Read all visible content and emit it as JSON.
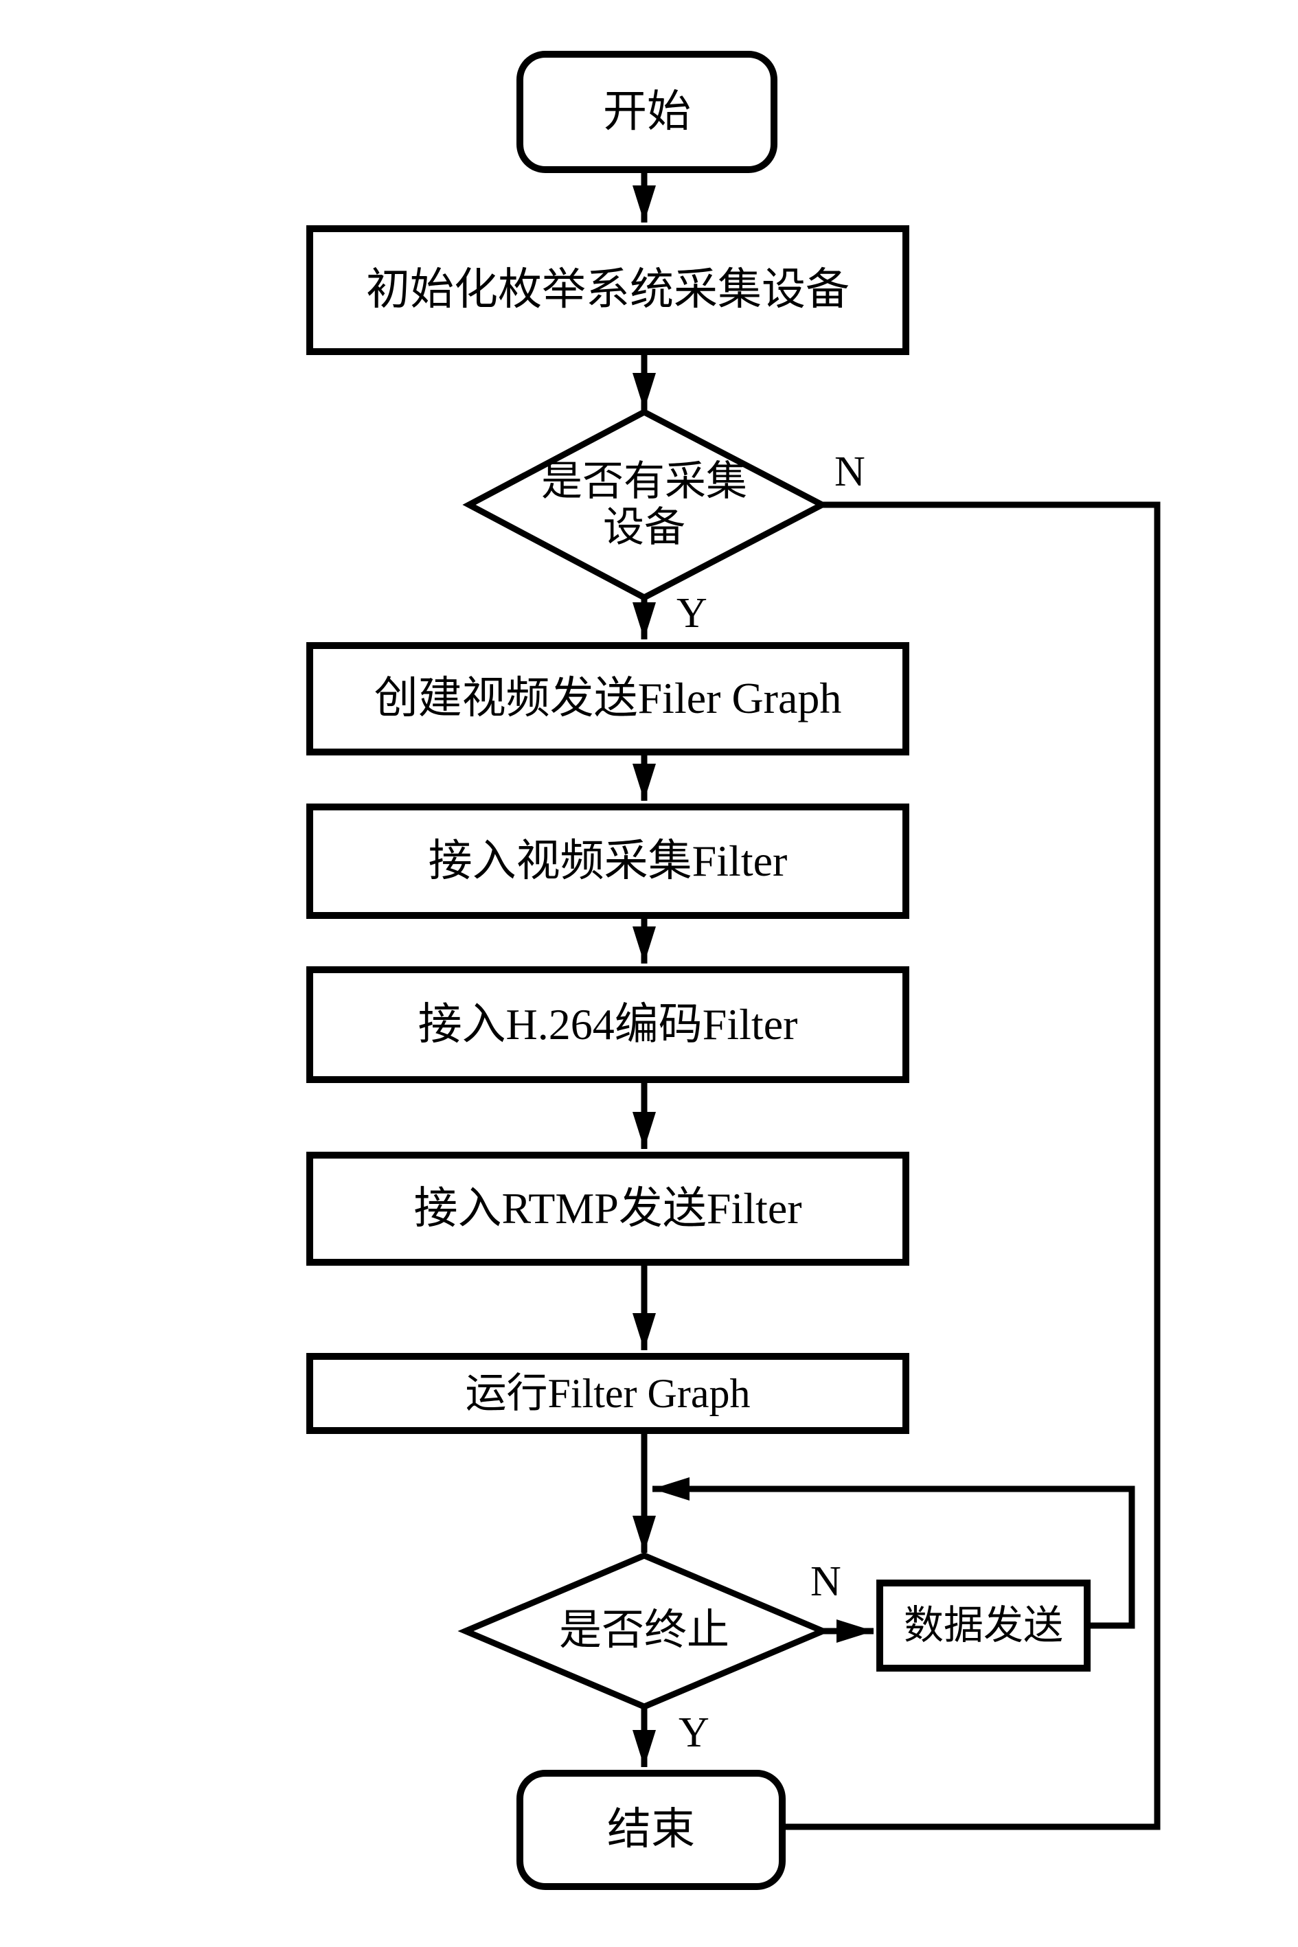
{
  "diagram": {
    "colors": {
      "line": "#000000",
      "text": "#000000",
      "background": "#ffffff"
    },
    "nodes": {
      "start": {
        "label": "开始"
      },
      "init": {
        "label": "初始化枚举系统采集设备"
      },
      "has_device": {
        "lines": [
          "是否有采集",
          "设备"
        ]
      },
      "create_graph": {
        "label": "创建视频发送Filer Graph"
      },
      "capture": {
        "label": "接入视频采集Filter"
      },
      "encode": {
        "label": "接入H.264编码Filter"
      },
      "rtmp": {
        "label": "接入RTMP发送Filter"
      },
      "run": {
        "label": "运行Filter Graph"
      },
      "terminate": {
        "label": "是否终止"
      },
      "data_send": {
        "label": "数据发送"
      },
      "end": {
        "label": "结束"
      }
    },
    "edge_labels": {
      "has_device_no": "N",
      "has_device_yes": "Y",
      "terminate_no": "N",
      "terminate_yes": "Y"
    },
    "edges": [
      {
        "from": "start",
        "to": "init",
        "label": ""
      },
      {
        "from": "init",
        "to": "has_device",
        "label": ""
      },
      {
        "from": "has_device",
        "to": "create_graph",
        "label": "Y"
      },
      {
        "from": "has_device",
        "to": "end",
        "label": "N"
      },
      {
        "from": "create_graph",
        "to": "capture",
        "label": ""
      },
      {
        "from": "capture",
        "to": "encode",
        "label": ""
      },
      {
        "from": "encode",
        "to": "rtmp",
        "label": ""
      },
      {
        "from": "rtmp",
        "to": "run",
        "label": ""
      },
      {
        "from": "run",
        "to": "terminate",
        "label": ""
      },
      {
        "from": "terminate",
        "to": "data_send",
        "label": "N"
      },
      {
        "from": "data_send",
        "to": "terminate",
        "label": ""
      },
      {
        "from": "terminate",
        "to": "end",
        "label": "Y"
      }
    ]
  }
}
